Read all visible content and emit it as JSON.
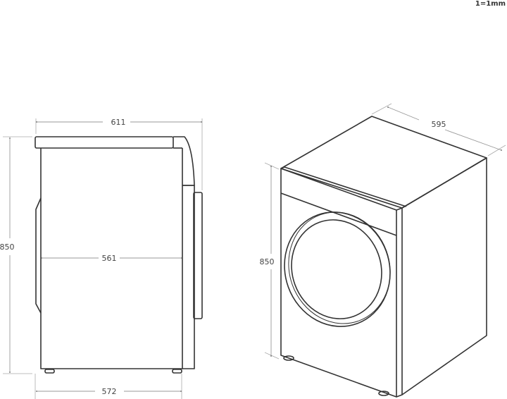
{
  "scale_label": "1=1mm",
  "side_view": {
    "depth_top": "611",
    "depth_body": "561",
    "depth_bottom": "572",
    "height": "850"
  },
  "iso_view": {
    "width": "595",
    "height": "850"
  },
  "colors": {
    "outline": "#333333",
    "dimension": "#999999",
    "text": "#444444",
    "background": "#ffffff"
  }
}
